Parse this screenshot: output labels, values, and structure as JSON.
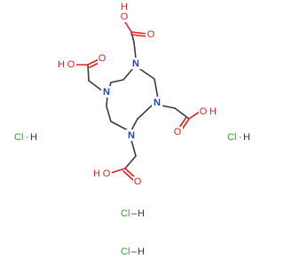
{
  "molecule": {
    "atoms": {
      "n1": "N",
      "n2": "N",
      "n3": "N",
      "n4": "N",
      "o_top_carbonyl": "O",
      "o_top_hydroxyl": "O",
      "h_top_hydroxyl": "H",
      "o_left_carbonyl": "O",
      "o_left_hydroxyl": "O",
      "h_left_hydroxyl": "H",
      "o_right_carbonyl": "O",
      "o_right_hydroxyl": "O",
      "h_right_hydroxyl": "H",
      "o_bottom_carbonyl": "O",
      "o_bottom_hydroxyl": "O",
      "h_bottom_hydroxyl": "H"
    }
  },
  "salts": [
    {
      "cl": "Cl",
      "h": "H",
      "separator": "·"
    },
    {
      "cl": "Cl",
      "h": "H",
      "separator": "·"
    },
    {
      "cl": "Cl",
      "h": "H",
      "separator": "–"
    },
    {
      "cl": "Cl",
      "h": "H",
      "separator": "–"
    }
  ],
  "colors": {
    "bond": "#3a3a3a",
    "nitrogen": "#1f3fd6",
    "oxygen": "#e02020",
    "chlorine": "#2aa52a"
  }
}
